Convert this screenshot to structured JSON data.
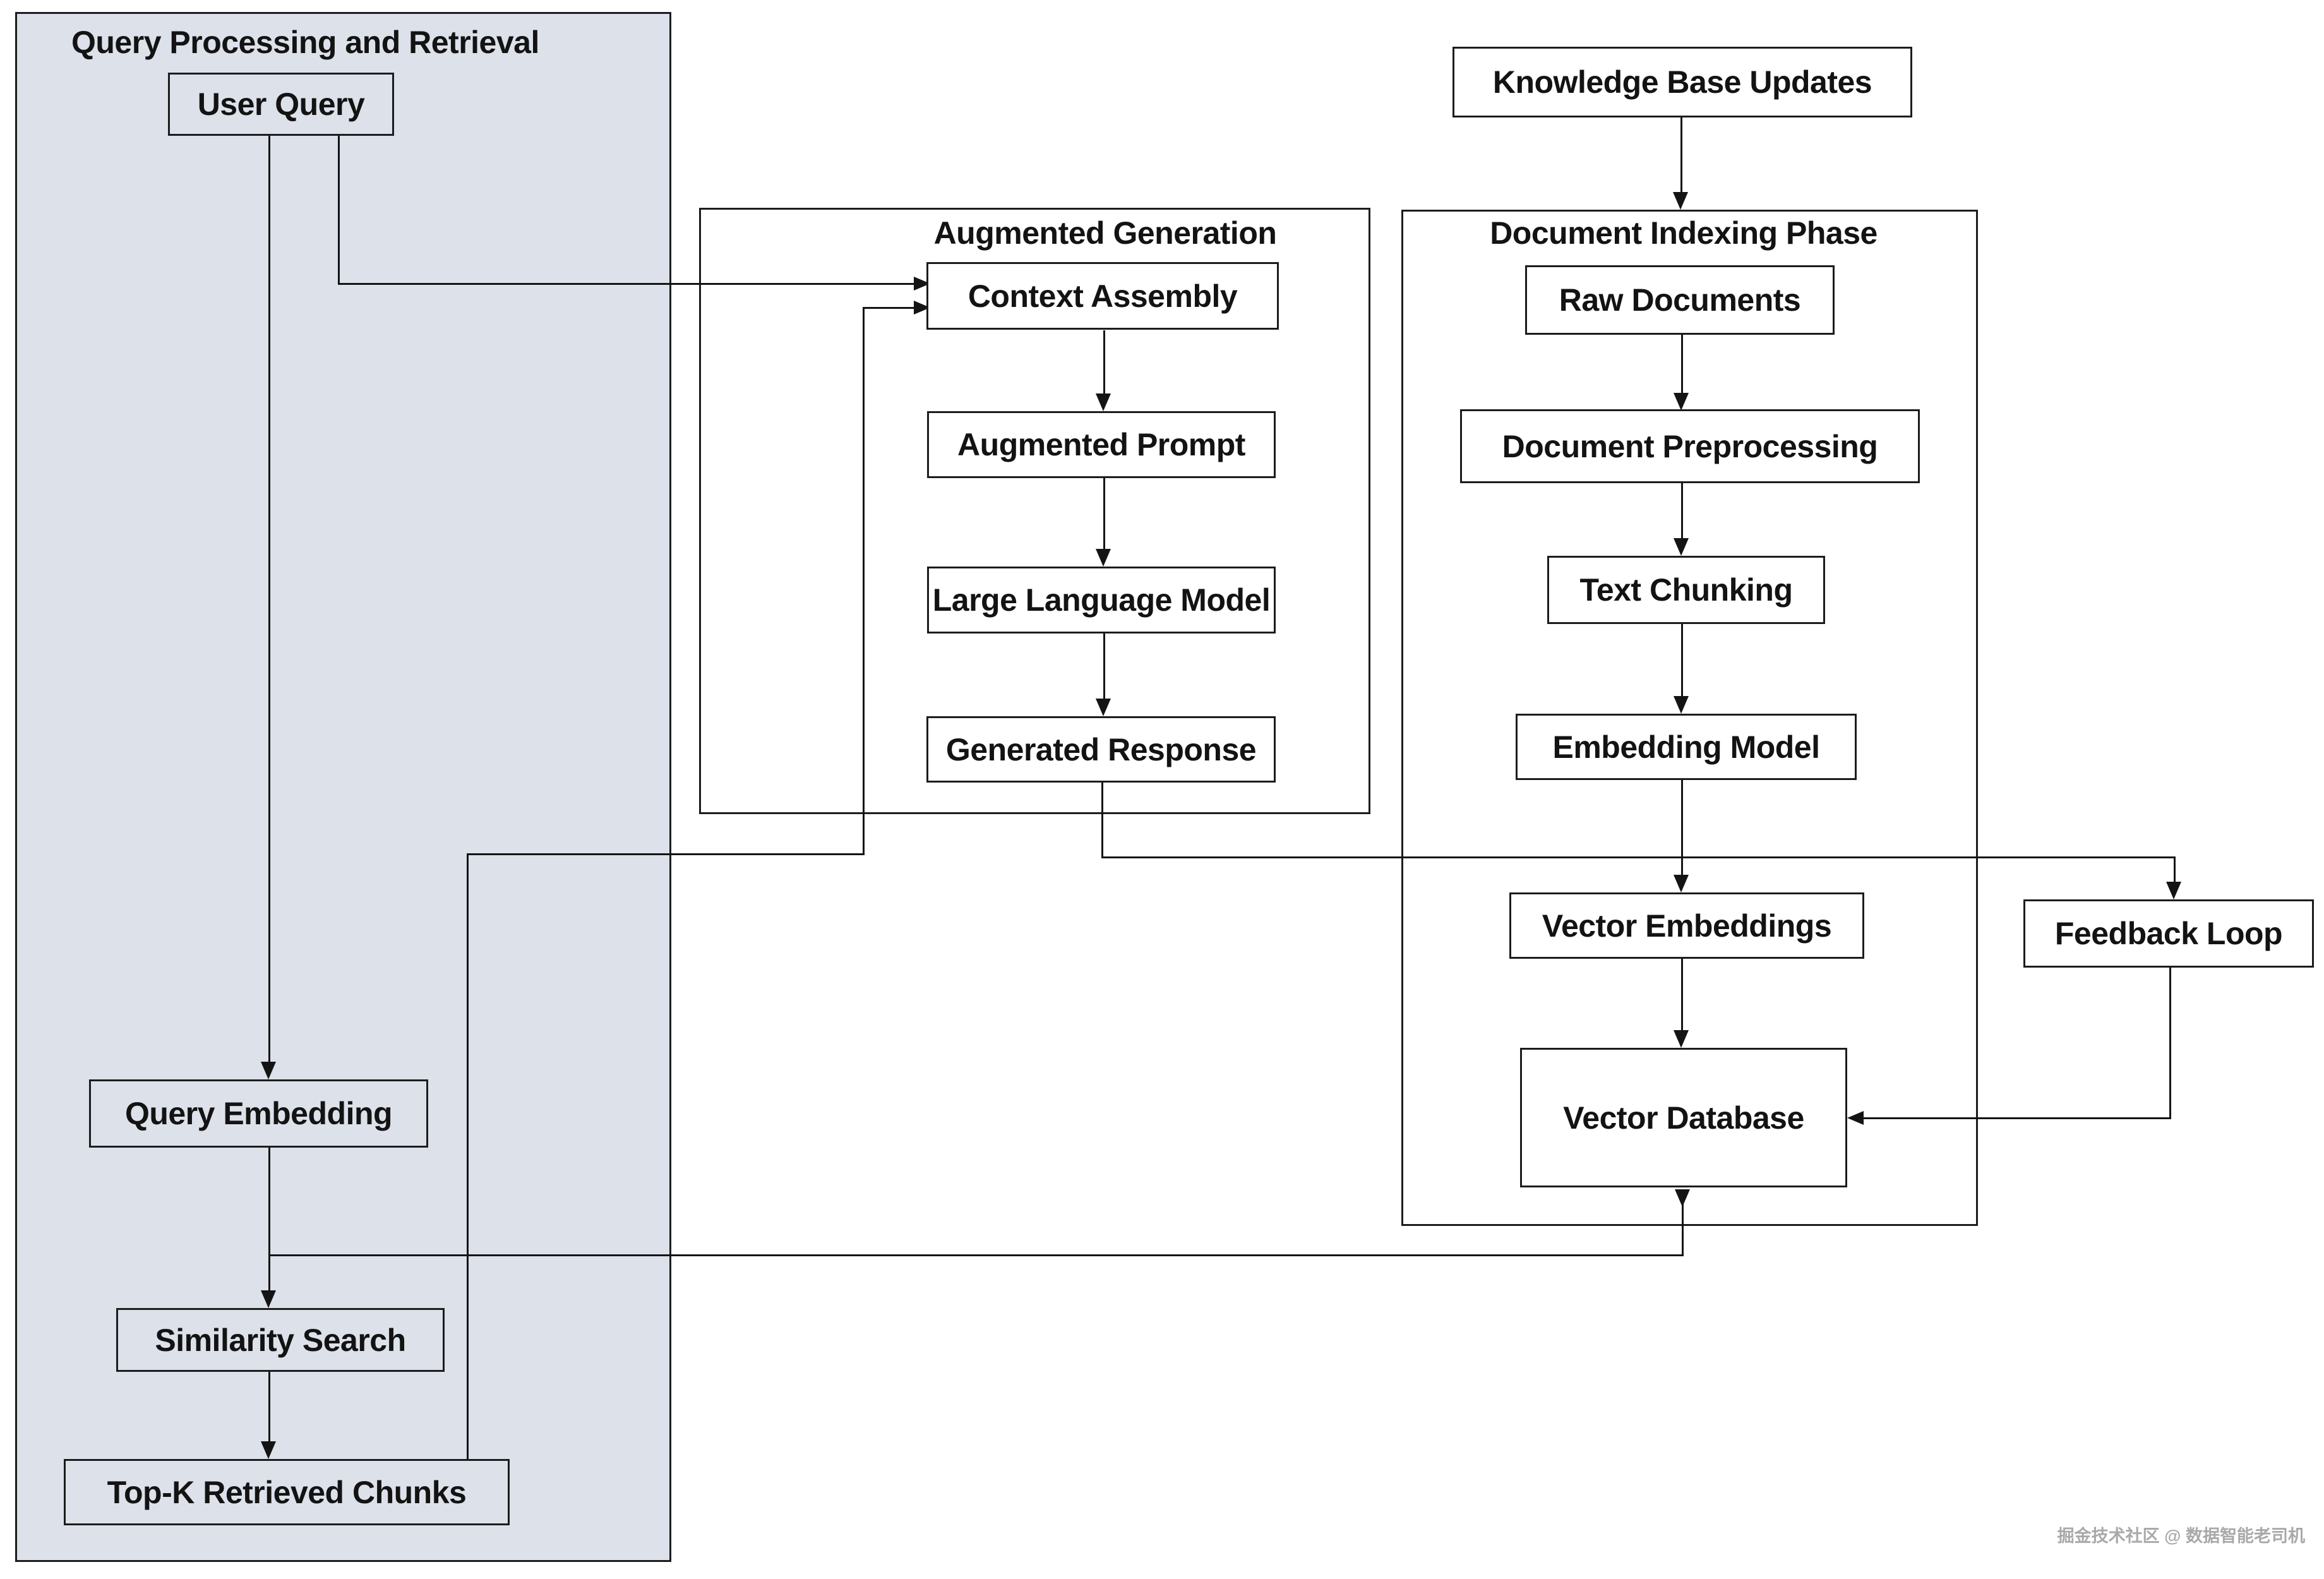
{
  "diagram": {
    "type": "flowchart",
    "panels": {
      "query_processing": {
        "title": "Query Processing and Retrieval"
      },
      "augmented_generation": {
        "title": "Augmented Generation"
      },
      "document_indexing": {
        "title": "Document Indexing Phase"
      }
    },
    "nodes": {
      "user_query": "User Query",
      "query_embedding": "Query Embedding",
      "similarity_search": "Similarity Search",
      "topk_chunks": "Top-K Retrieved Chunks",
      "context_assembly": "Context Assembly",
      "augmented_prompt": "Augmented Prompt",
      "large_language_model": "Large Language Model",
      "generated_response": "Generated Response",
      "knowledge_base_updates": "Knowledge Base Updates",
      "raw_documents": "Raw Documents",
      "document_preprocessing": "Document Preprocessing",
      "text_chunking": "Text Chunking",
      "embedding_model": "Embedding Model",
      "vector_embeddings": "Vector Embeddings",
      "vector_database": "Vector Database",
      "feedback_loop": "Feedback Loop"
    },
    "edges": [
      "user_query -> query_embedding",
      "user_query -> context_assembly",
      "query_embedding -> similarity_search",
      "similarity_search -> topk_chunks",
      "topk_chunks -> context_assembly",
      "context_assembly -> augmented_prompt",
      "augmented_prompt -> large_language_model",
      "large_language_model -> generated_response",
      "generated_response -> feedback_loop",
      "feedback_loop -> vector_database",
      "knowledge_base_updates -> document_indexing",
      "raw_documents -> document_preprocessing",
      "document_preprocessing -> text_chunking",
      "text_chunking -> embedding_model",
      "embedding_model -> vector_embeddings",
      "vector_embeddings -> vector_database",
      "vector_database -> similarity_search"
    ],
    "colors": {
      "line": "#141414",
      "border": "#1c1c1c",
      "panel_fill": "#dce1ea",
      "node_fill": "#ffffff",
      "watermark": "#a9a9a9"
    },
    "watermark": "掘金技术社区 @ 数据智能老司机"
  }
}
